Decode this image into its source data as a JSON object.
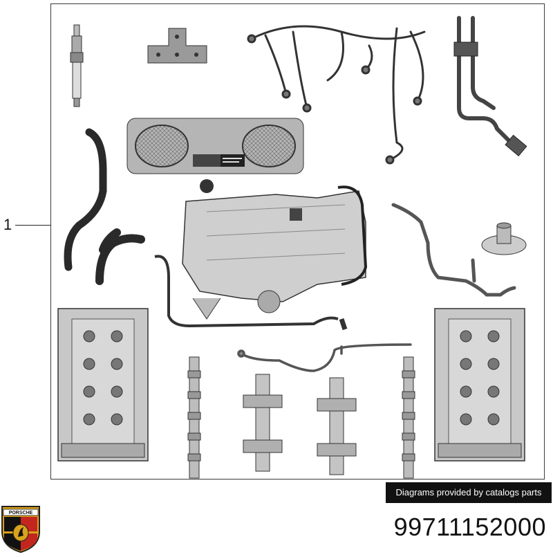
{
  "callout": {
    "number": "1"
  },
  "provider_banner": "Diagrams provided by catalogs parts",
  "part_number": "99711152000",
  "logo": {
    "brand_text": "PORSCHE",
    "colors": {
      "gold": "#d9a21b",
      "red": "#c3261e",
      "black": "#111111"
    }
  },
  "colors": {
    "line": "#333333",
    "metal": "#c9c9c9",
    "metal_dark": "#8a8a8a",
    "hose": "#2a2a2a"
  },
  "components": [
    "spark-plug",
    "mounting-bracket",
    "wiring-harness",
    "vent-tube",
    "intake-cover-grille",
    "breather-hose",
    "coolant-hose",
    "intake-manifold",
    "coolant-pipe",
    "sensor-flange",
    "cylinder-head-left",
    "cylinder-head-right",
    "camshaft-left",
    "camshaft-right",
    "cam-bridge-left",
    "cam-bridge-right",
    "oil-pipe"
  ]
}
